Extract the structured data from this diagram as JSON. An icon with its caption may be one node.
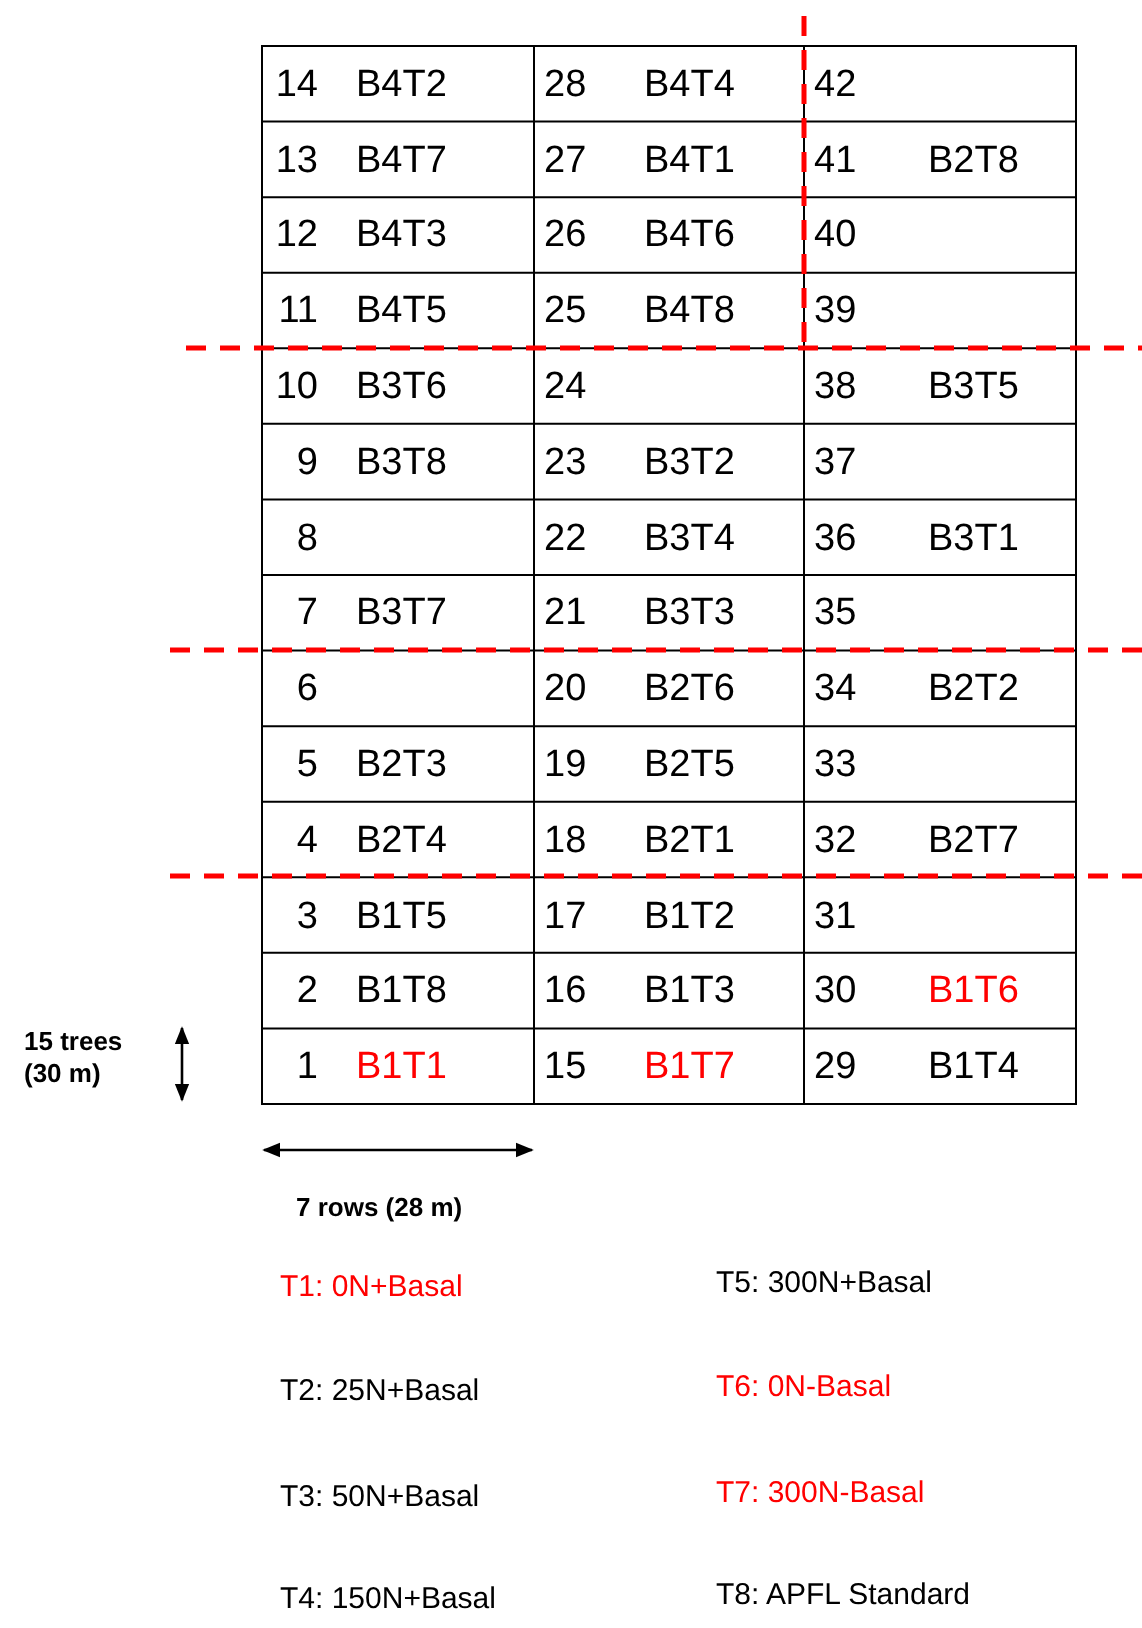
{
  "diagram": {
    "labels": [
      "14",
      "B4T2",
      "28",
      "B4T4",
      "42",
      "13",
      "B4T7",
      "27",
      "B4T1",
      "41",
      "B2T8",
      "12",
      "B4T3",
      "26",
      "B4T6",
      "40",
      "11",
      "B4T5",
      "25",
      "B4T8",
      "39",
      "10",
      "B3T6",
      "24",
      "38",
      "B3T5",
      "9",
      "B3T8",
      "23",
      "B3T2",
      "37",
      "8",
      "22",
      "B3T4",
      "36",
      "B3T1",
      "7",
      "B3T7",
      "21",
      "B3T3",
      "35",
      "6",
      "20",
      "B2T6",
      "34",
      "B2T2",
      "5",
      "B2T3",
      "19",
      "B2T5",
      "33",
      "4",
      "B2T4",
      "18",
      "B2T1",
      "32",
      "B2T7",
      "3",
      "B1T5",
      "17",
      "B1T2",
      "31",
      "2",
      "B1T8",
      "16",
      "B1T3",
      "30",
      "B1T6",
      "1",
      "B1T1",
      "15",
      "B1T7",
      "29",
      "B1T4",
      "15 trees (30 m)",
      "7 rows (28 m)",
      "T1: 0N+Basal",
      "T5: 300N+Basal",
      "T2: 25N+Basal",
      "T6: 0N-Basal",
      "T3: 50N+Basal",
      "T7: 300N-Basal",
      "T4: 150N+Basal",
      "T8: APFL Standard"
    ]
  }
}
